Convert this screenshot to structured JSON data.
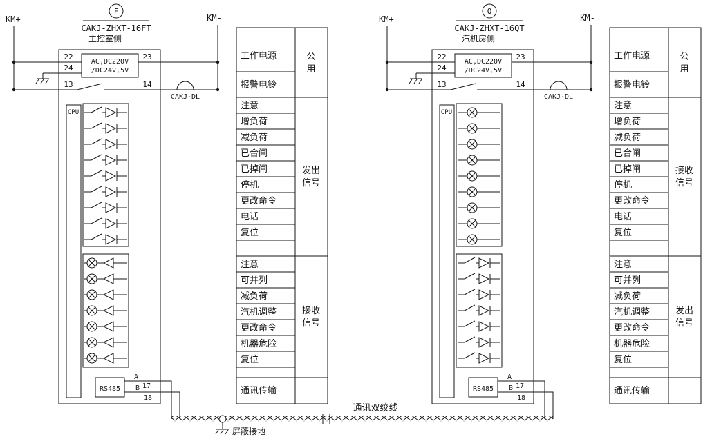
{
  "left_device": {
    "km_plus": "KM+",
    "km_minus": "KM-",
    "tag": "F",
    "model": "CAKJ-ZHXT-16FT",
    "location": "主控室侧",
    "power": [
      "AC,DC220V",
      "/DC24V,5V"
    ],
    "cpu": "CPU",
    "bell": "CAKJ-DL",
    "rs485": "RS485",
    "terminals": {
      "t22": "22",
      "t23": "23",
      "t24": "24",
      "t13": "13",
      "t14": "14",
      "ta": "A",
      "t17": "17",
      "tb": "B",
      "t18": "18"
    }
  },
  "right_device": {
    "km_plus": "KM+",
    "km_minus": "KM-",
    "tag": "Q",
    "model": "CAKJ-ZHXT-16QT",
    "location": "汽机房侧",
    "power": [
      "AC,DC220V",
      "/DC24V,5V"
    ],
    "cpu": "CPU",
    "bell": "CAKJ-DL",
    "rs485": "RS485",
    "terminals": {
      "t22": "22",
      "t23": "23",
      "t24": "24",
      "t13": "13",
      "t14": "14",
      "ta": "A",
      "t17": "17",
      "tb": "B",
      "t18": "18"
    }
  },
  "left_table": {
    "rows_common": [
      "工作电源",
      "报警电铃"
    ],
    "label_common": [
      "公",
      "用"
    ],
    "rows_mid": [
      "注意",
      "增负荷",
      "减负荷",
      "已合闸",
      "已掉闸",
      "停机",
      "更改命令",
      "电话",
      "复位"
    ],
    "label_mid": [
      "发出",
      "信号"
    ],
    "rows_low": [
      "注意",
      "可并列",
      "减负荷",
      "汽机调整",
      "更改命令",
      "机器危险",
      "复位"
    ],
    "label_low": [
      "接收",
      "信号"
    ],
    "row_bottom": "通讯传输"
  },
  "right_table": {
    "rows_common": [
      "工作电源",
      "报警电铃"
    ],
    "label_common": [
      "公",
      "用"
    ],
    "rows_mid": [
      "注意",
      "增负荷",
      "减负荷",
      "已合闸",
      "已掉闸",
      "停机",
      "更改命令",
      "电话",
      "复位"
    ],
    "label_mid": [
      "接收",
      "信号"
    ],
    "rows_low": [
      "注意",
      "可并列",
      "减负荷",
      "汽机调整",
      "更改命令",
      "机器危险",
      "复位"
    ],
    "label_low": [
      "发出",
      "信号"
    ],
    "row_bottom": "通讯传输"
  },
  "footer": {
    "cable": "通讯双绞线",
    "shield": "屏蔽接地"
  }
}
